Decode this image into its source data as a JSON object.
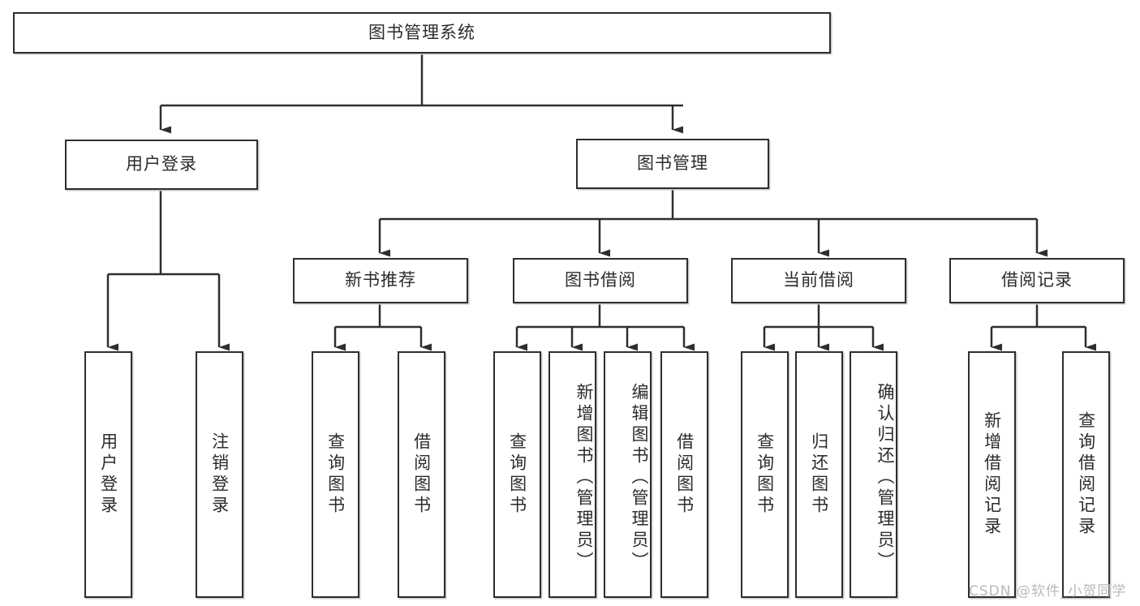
{
  "diagram": {
    "type": "tree-hierarchy",
    "title_node": {
      "label": "图书管理系统"
    },
    "level2": [
      {
        "id": "user-login",
        "label": "用户登录"
      },
      {
        "id": "book-manage",
        "label": "图书管理"
      }
    ],
    "level3": [
      {
        "id": "new-book-recommend",
        "label": "新书推荐"
      },
      {
        "id": "book-borrow",
        "label": "图书借阅"
      },
      {
        "id": "current-borrow",
        "label": "当前借阅"
      },
      {
        "id": "borrow-record",
        "label": "借阅记录"
      }
    ],
    "leaves": [
      {
        "id": "leaf-user-login",
        "label": "用户登录",
        "parent": "user-login"
      },
      {
        "id": "leaf-logout-login",
        "label": "注销登录",
        "parent": "user-login"
      },
      {
        "id": "leaf-query-book-1",
        "label": "查询图书",
        "parent": "new-book-recommend"
      },
      {
        "id": "leaf-borrow-book-1",
        "label": "借阅图书",
        "parent": "new-book-recommend"
      },
      {
        "id": "leaf-query-book-2",
        "label": "查询图书",
        "parent": "book-borrow"
      },
      {
        "id": "leaf-add-book",
        "label": "新增图书（管理员）",
        "parent": "book-borrow"
      },
      {
        "id": "leaf-edit-book",
        "label": "编辑图书（管理员）",
        "parent": "book-borrow"
      },
      {
        "id": "leaf-borrow-book-2",
        "label": "借阅图书",
        "parent": "book-borrow"
      },
      {
        "id": "leaf-query-book-3",
        "label": "查询图书",
        "parent": "current-borrow"
      },
      {
        "id": "leaf-return-book",
        "label": "归还图书",
        "parent": "current-borrow"
      },
      {
        "id": "leaf-confirm-return",
        "label": "确认归还（管理员）",
        "parent": "current-borrow"
      },
      {
        "id": "leaf-add-record",
        "label": "新增借阅记录",
        "parent": "borrow-record"
      },
      {
        "id": "leaf-query-record",
        "label": "查询借阅记录",
        "parent": "borrow-record"
      }
    ]
  },
  "watermark": {
    "text": "CSDN @软件_小贺同学"
  },
  "colors": {
    "line": "#2e2e2e",
    "text": "#2b2b2b",
    "background": "#ffffff",
    "watermark": "#b9b9b9"
  }
}
